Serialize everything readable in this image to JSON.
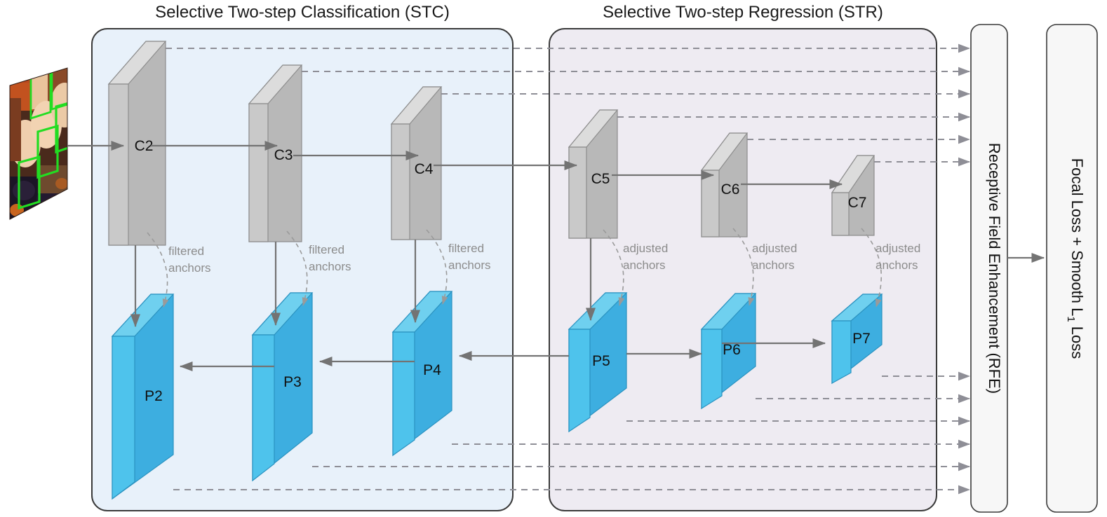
{
  "titles": {
    "stc": "Selective Two-step Classification (STC)",
    "str": "Selective Two-step Regression (STR)"
  },
  "modules": {
    "rfe": "Receptive Field Enhancement (RFE)",
    "loss_a": "Focal Loss + Smooth L",
    "loss_sub": "1",
    "loss_b": " Loss"
  },
  "backbone_labels": [
    "C2",
    "C3",
    "C4",
    "C5",
    "C6",
    "C7"
  ],
  "pyramid_labels": [
    "P2",
    "P3",
    "P4",
    "P5",
    "P6",
    "P7"
  ],
  "annotations": {
    "filtered_1": "filtered",
    "filtered_2": "anchors",
    "adjusted_1": "adjusted",
    "adjusted_2": "anchors"
  },
  "anchor_notes": [
    {
      "line1": "filtered",
      "line2": "anchors"
    },
    {
      "line1": "filtered",
      "line2": "anchors"
    },
    {
      "line1": "filtered",
      "line2": "anchors"
    },
    {
      "line1": "adjusted",
      "line2": "anchors"
    },
    {
      "line1": "adjusted",
      "line2": "anchors"
    },
    {
      "line1": "adjusted",
      "line2": "anchors"
    }
  ],
  "input_image": {
    "name": "input-face-image",
    "boxes": "green face bounding boxes"
  },
  "colors": {
    "stc_panel": "#e8f1fa",
    "str_panel": "#eeebf2",
    "module_panel": "#f7f7f7",
    "gray_face": "#b8b8b8",
    "gray_top": "#d8d8d8",
    "gray_side": "#c9c9c9",
    "blue_face": "#3daee0",
    "blue_top": "#6fd0ef",
    "blue_side": "#4ec3ec",
    "arrow": "#737373",
    "dashed": "#8e8e96",
    "panel_border": "#3a3a3a",
    "green_bbox": "#22dd22"
  }
}
